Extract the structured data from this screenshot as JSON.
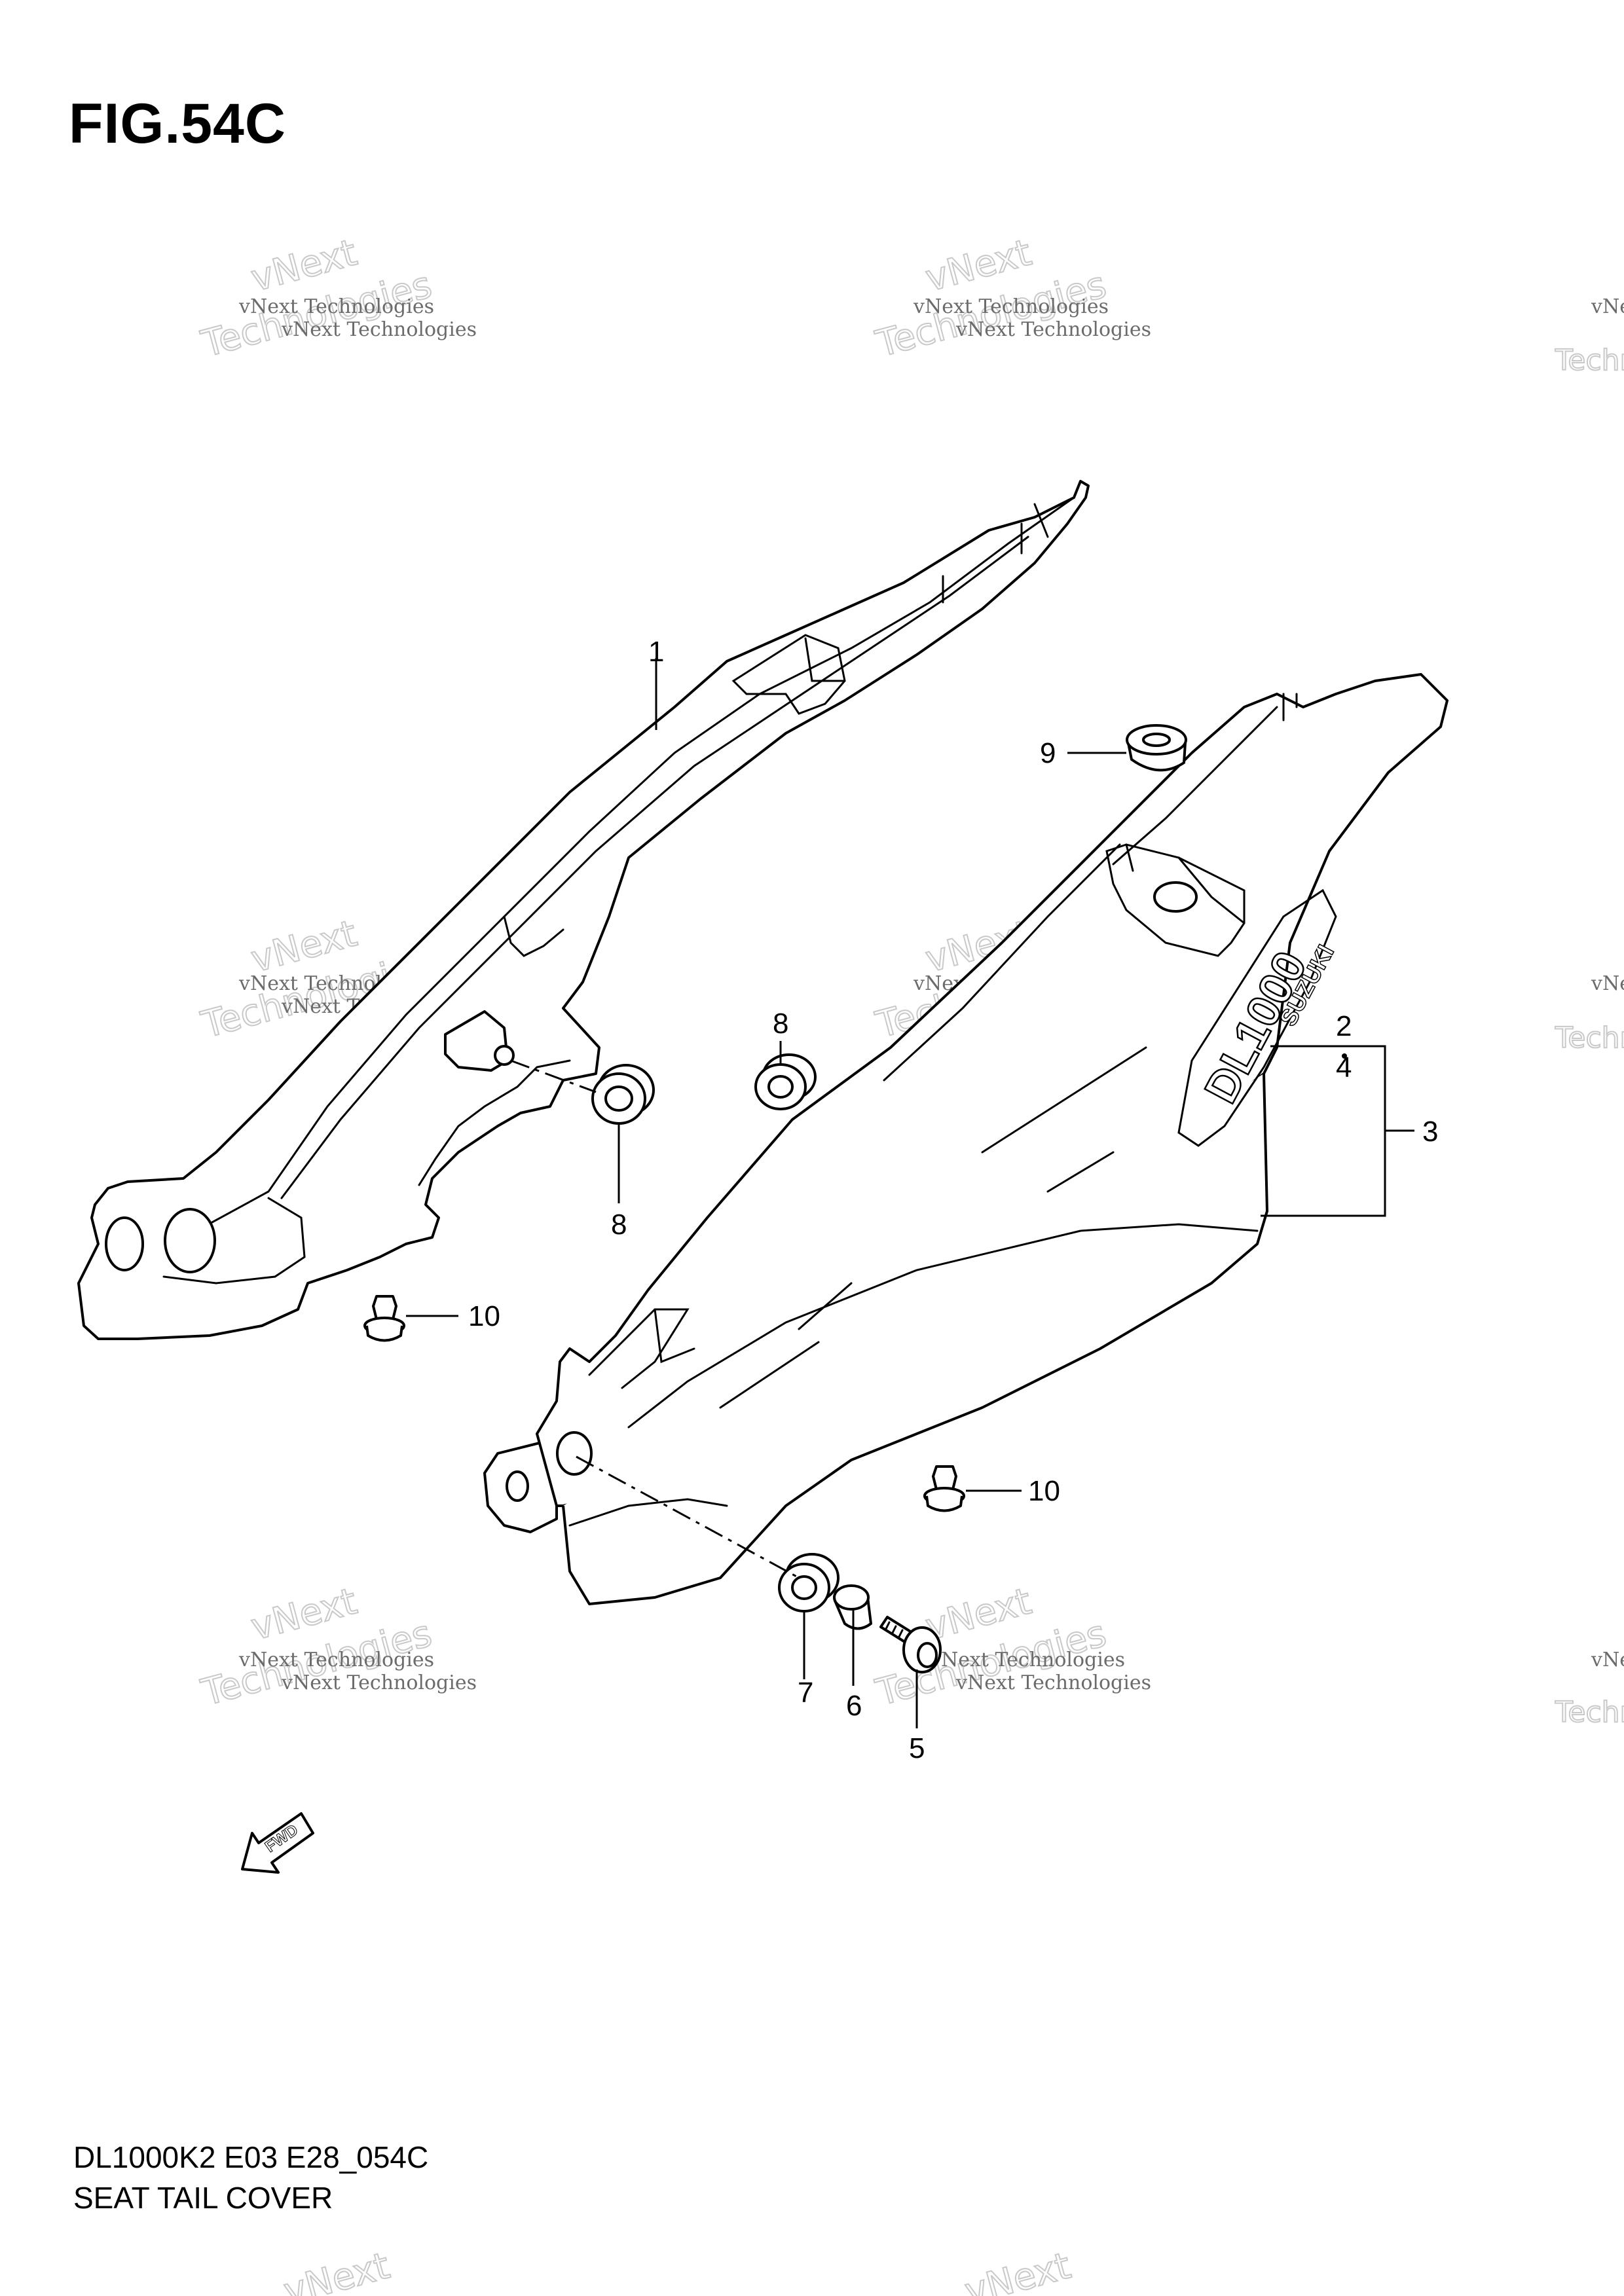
{
  "figure": {
    "title": "FIG.54C",
    "model_code": "DL1000K2 E03 E28_054C",
    "section_name": "SEAT TAIL COVER"
  },
  "watermark": {
    "line_small": "vNext Technologies",
    "line_large_1": "vNext",
    "line_large_2": "Technologies"
  },
  "decal": {
    "model_text": "DL1000",
    "brand_text": "SUZUKI"
  },
  "fwd_label": "FWD",
  "callouts": {
    "c1": "1",
    "c2": "2",
    "c3": "3",
    "c4": "4",
    "c5": "5",
    "c6": "6",
    "c7": "7",
    "c8a": "8",
    "c8b": "8",
    "c9": "9",
    "c10a": "10",
    "c10b": "10"
  }
}
